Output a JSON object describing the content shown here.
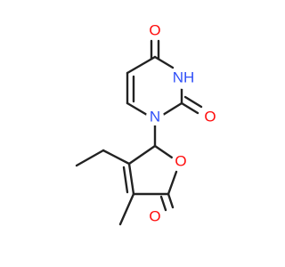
{
  "structure": {
    "atoms": {
      "o4": "O",
      "nh3": "NH",
      "o2": "O",
      "n1": "N",
      "o_ring": "O",
      "o_carbonyl": "O"
    },
    "colors": {
      "bond": "#222222",
      "oxygen": "#ff0d0d",
      "nitrogen": "#3050f8"
    }
  }
}
